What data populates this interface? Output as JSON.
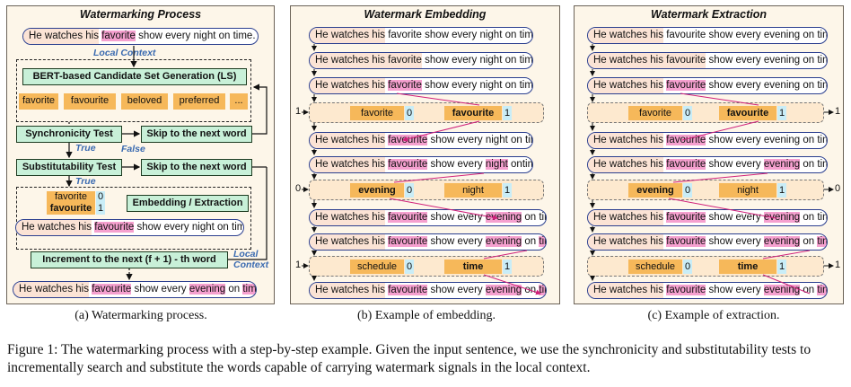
{
  "panel_a": {
    "title": "Watermarking Process",
    "input_sentence": {
      "prefix": "He watches his",
      "highlight": "favorite",
      "mid": "show",
      "rest": " every night on time."
    },
    "local_context": "Local Context",
    "ls_label": "BERT-based Candidate Set Generation (LS)",
    "candidates": [
      "favorite",
      "favourite",
      "beloved",
      "preferred",
      "..."
    ],
    "sync_test": "Synchronicity Test",
    "skip_1": "Skip to the next word",
    "true_1": "True",
    "false_1": "False",
    "subst_test": "Substitutability Test",
    "skip_2": "Skip to the next word",
    "true_2": "True",
    "embed_candidates": [
      {
        "word": "favorite",
        "bit": "0"
      },
      {
        "word": "favourite",
        "bit": "1"
      }
    ],
    "embed_extract": "Embedding / Extraction",
    "embedded_sentence": {
      "prefix": "He watches his",
      "highlight": "favourite",
      "mid": "show",
      "rest": "every night on time ."
    },
    "increment": "Increment to the next (f + 1) - th word",
    "local_context_2": [
      "Local",
      "Context"
    ],
    "output_sentence": {
      "prefix": "He watches his",
      "h1": "favourite",
      "m1": " show every ",
      "h2": "evening",
      "m2": " on ",
      "h3": "time",
      "end": "."
    }
  },
  "panel_b": {
    "title": "Watermark Embedding",
    "sentences": [
      {
        "prefix": "He watches his",
        "rest": "favorite show every night on time."
      },
      {
        "prefix": "He watches his favorite",
        "rest": "show every night on time."
      },
      {
        "prefix": "He watches his",
        "hl": "favorite",
        "ctx": "show",
        "rest": "every night on time."
      }
    ],
    "row1": {
      "in_bit": "1",
      "c0": "favorite",
      "b0": "0",
      "c1": "favourite",
      "b1": "1"
    },
    "sentences_2": [
      {
        "prefix": "He watches his",
        "hl": "favourite",
        "ctx": "show every night",
        "rest": "on time."
      },
      {
        "prefix": "He watches his",
        "hl": "favourite",
        "ctx": "show every",
        "hl2": "night",
        "ctx2": "on",
        "rest": "time."
      }
    ],
    "row2": {
      "in_bit": "0",
      "c0": "evening",
      "b0": "0",
      "c1": "night",
      "b1": "1"
    },
    "sentences_3": [
      {
        "prefix": "He watches his",
        "hl": "favourite",
        "ctx": "show every",
        "hl2": "evening",
        "ctx2": "on time",
        "rest": "."
      },
      {
        "prefix": "He watches his",
        "hl": "favourite",
        "ctx": "show every",
        "hl2": "evening",
        "ctx2": "on",
        "hl3": "time",
        "rest": "."
      }
    ],
    "row3": {
      "in_bit": "1",
      "c0": "schedule",
      "b0": "0",
      "c1": "time",
      "b1": "1"
    },
    "final": {
      "prefix": "He watches his",
      "hl": "favourite",
      "ctx": "show every",
      "hl2": "evening",
      "ctx2": "on",
      "hl3": "time",
      "rest": "."
    }
  },
  "panel_c": {
    "title": "Watermark Extraction",
    "s1": {
      "prefix": "He watches his",
      "rest": "favourite show every evening on time."
    },
    "s2": {
      "prefix": "He watches his favourite",
      "rest": "show every evening on time."
    },
    "s3": {
      "prefix": "He watches his",
      "hl": "favourite",
      "ctx": "show",
      "rest": "every evening on time."
    },
    "row1": {
      "out_bit": "1",
      "c0": "favorite",
      "b0": "0",
      "c1": "favourite",
      "b1": "1"
    },
    "s4": {
      "prefix": "He watches his",
      "hl": "favourite",
      "ctx": "show every evening",
      "rest": "on time."
    },
    "s5": {
      "prefix": "He watches his",
      "hl": "favourite",
      "ctx": "show every",
      "hl2": "evening",
      "ctx2": "on",
      "rest": "time."
    },
    "row2": {
      "out_bit": "0",
      "c0": "evening",
      "b0": "0",
      "c1": "night",
      "b1": "1"
    },
    "s6": {
      "prefix": "He watches his",
      "hl": "favourite",
      "ctx": "show every",
      "hl2": "evening",
      "ctx2": "on time",
      "rest": "."
    },
    "s7": {
      "prefix": "He watches his",
      "hl": "favourite",
      "ctx": "show every",
      "hl2": "evening",
      "ctx2": "on",
      "hl3": "time",
      "rest": "."
    },
    "row3": {
      "out_bit": "1",
      "c0": "schedule",
      "b0": "0",
      "c1": "time",
      "b1": "1"
    },
    "final": {
      "prefix": "He watches his",
      "hl": "favourite",
      "ctx": "show every",
      "hl2": "evening",
      "ctx2": "on",
      "hl3": "time",
      "rest": "."
    }
  },
  "subcaptions": {
    "a": "(a)  Watermarking process.",
    "b": "(b)  Example of embedding.",
    "c": "(c)  Example of extraction."
  },
  "caption": "Figure 1: The watermarking process with a step-by-step example. Given the input sentence, we use the synchronicity and substitutability tests to incrementally search and substitute the words capable of carrying watermark signals in the local context."
}
